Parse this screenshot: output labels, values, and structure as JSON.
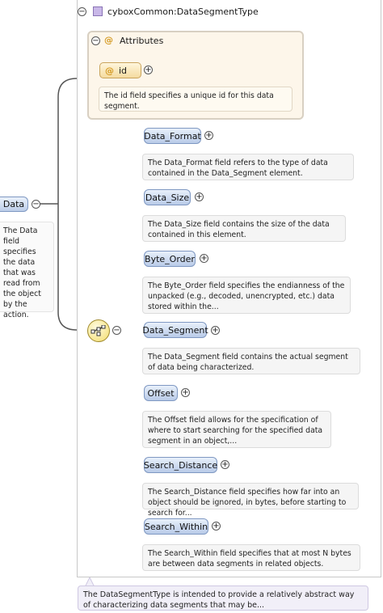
{
  "type": {
    "title": "cyboxCommon:DataSegmentType",
    "description": "The DataSegmentType is intended to provide a relatively abstract way of characterizing data segments that may be..."
  },
  "attributes": {
    "title": "Attributes",
    "id": {
      "name": "id",
      "description": "The id field specifies a unique id for this data segment."
    }
  },
  "root": {
    "name": "Data",
    "description": "The Data field specifies the data that was read from the object by the action."
  },
  "elements": [
    {
      "name": "Data_Format",
      "description": "The Data_Format field refers to the type of data contained in the Data_Segment element."
    },
    {
      "name": "Data_Size",
      "description": "The Data_Size field contains the size of the data contained in this element."
    },
    {
      "name": "Byte_Order",
      "description": "The Byte_Order field specifies the endianness of the unpacked (e.g., decoded, unencrypted, etc.) data stored within the..."
    },
    {
      "name": "Data_Segment",
      "description": "The Data_Segment field contains the actual segment of data being characterized."
    },
    {
      "name": "Offset",
      "description": "The Offset field allows for the specification of where to start searching for the specified data segment in an object,..."
    },
    {
      "name": "Search_Distance",
      "description": "The Search_Distance field specifies how far into an object should be ignored, in bytes, before starting to search for..."
    },
    {
      "name": "Search_Within",
      "description": "The Search_Within field specifies that at most N bytes are between data segments in related objects."
    }
  ],
  "colors": {
    "element_fill": "#b9cbe8",
    "attribute_fill": "#f4dba0",
    "attribute_group": "#fdf6ea",
    "type_icon": "#c9b8e8"
  }
}
